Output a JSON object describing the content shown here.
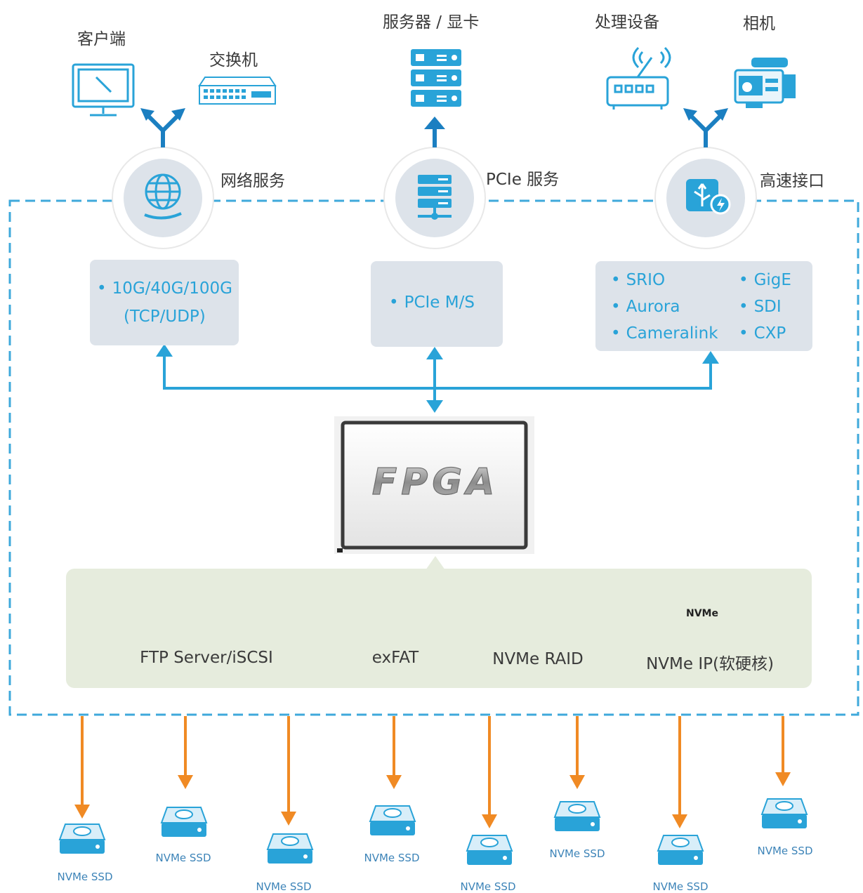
{
  "devices": {
    "client": "客户端",
    "switch": "交换机",
    "server": "服务器 / 显卡",
    "processing": "处理设备",
    "camera": "相机"
  },
  "services": {
    "network": "网络服务",
    "pcie": "PCIe 服务",
    "highspeed": "高速接口"
  },
  "specs": {
    "network": [
      "10G/40G/100G",
      "(TCP/UDP)"
    ],
    "pcie": [
      "PCIe M/S"
    ],
    "highspeed_left": [
      "SRIO",
      "Aurora",
      "Cameralink"
    ],
    "highspeed_right": [
      "GigE",
      "SDI",
      "CXP"
    ]
  },
  "fpga": {
    "label": "FPGA"
  },
  "features": [
    "FTP Server/iSCSI",
    "exFAT",
    "NVMe RAID",
    "NVMe IP(软硬核)"
  ],
  "nvme_icon_text": "NVMe",
  "ssd": [
    "NVMe SSD",
    "NVMe SSD",
    "NVMe SSD",
    "NVMe SSD",
    "NVMe SSD",
    "NVMe SSD",
    "NVMe SSD",
    "NVMe SSD"
  ],
  "colors": {
    "accent_blue": "#29a3d8",
    "arrow_orange": "#f08a24",
    "dashed_border": "#3fa9db",
    "spec_box_bg": "#dde3ea",
    "feature_panel_bg": "#e6ecdd"
  }
}
